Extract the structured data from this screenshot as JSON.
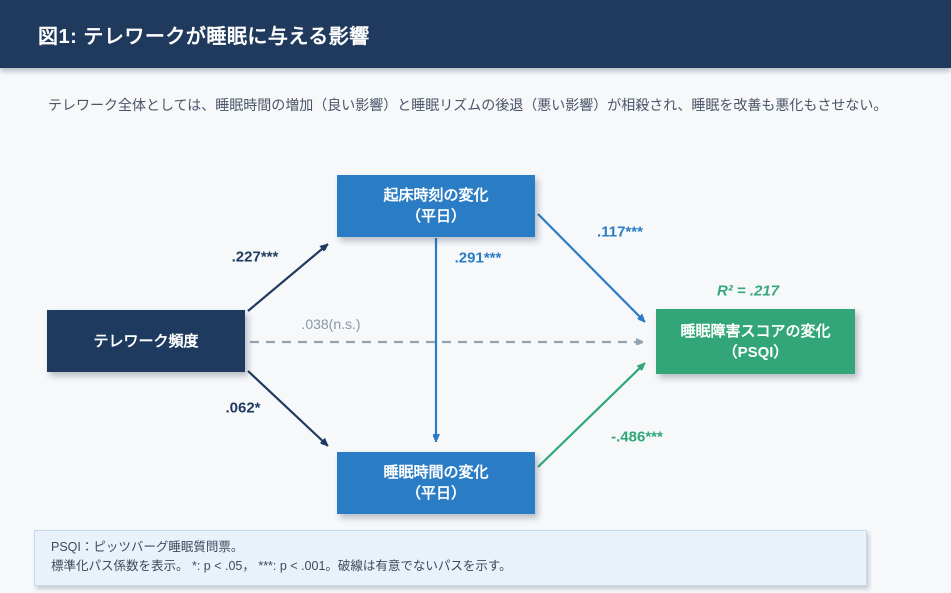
{
  "header": {
    "title": "図1: テレワークが睡眠に与える影響"
  },
  "subtitle": "テレワーク全体としては、睡眠時間の増加（良い影響）と睡眠リズムの後退（悪い影響）が相殺され、睡眠を改善も悪化もさせない。",
  "diagram": {
    "nodes": {
      "telework": {
        "label": "テレワーク頻度",
        "color": "#1e3a5f"
      },
      "wake_time": {
        "line1": "起床時刻の変化",
        "line2": "（平日）",
        "color": "#2a7cc5"
      },
      "sleep_duration": {
        "line1": "睡眠時間の変化",
        "line2": "（平日）",
        "color": "#2a7cc5"
      },
      "psqi": {
        "line1": "睡眠障害スコアの変化",
        "line2": "（PSQI）",
        "color": "#32a678"
      }
    },
    "r_squared": "R² = .217",
    "paths": {
      "telework_to_wake": ".227***",
      "telework_to_psqi": ".038(n.s.)",
      "telework_to_sleep": ".062*",
      "wake_to_sleep": ".291***",
      "wake_to_psqi": ".117***",
      "sleep_to_psqi": "-.486***"
    },
    "colors": {
      "navy": "#1e3a5f",
      "blue": "#2a7cc5",
      "green": "#2fa878",
      "gray_dashed": "#95a4b4",
      "background": "#f6f8fa"
    }
  },
  "footnote": {
    "line1": "PSQI：ピッツバーグ睡眠質問票。",
    "line2": "標準化パス係数を表示。 *: p < .05， ***: p < .001。破線は有意でないパスを示す。"
  }
}
